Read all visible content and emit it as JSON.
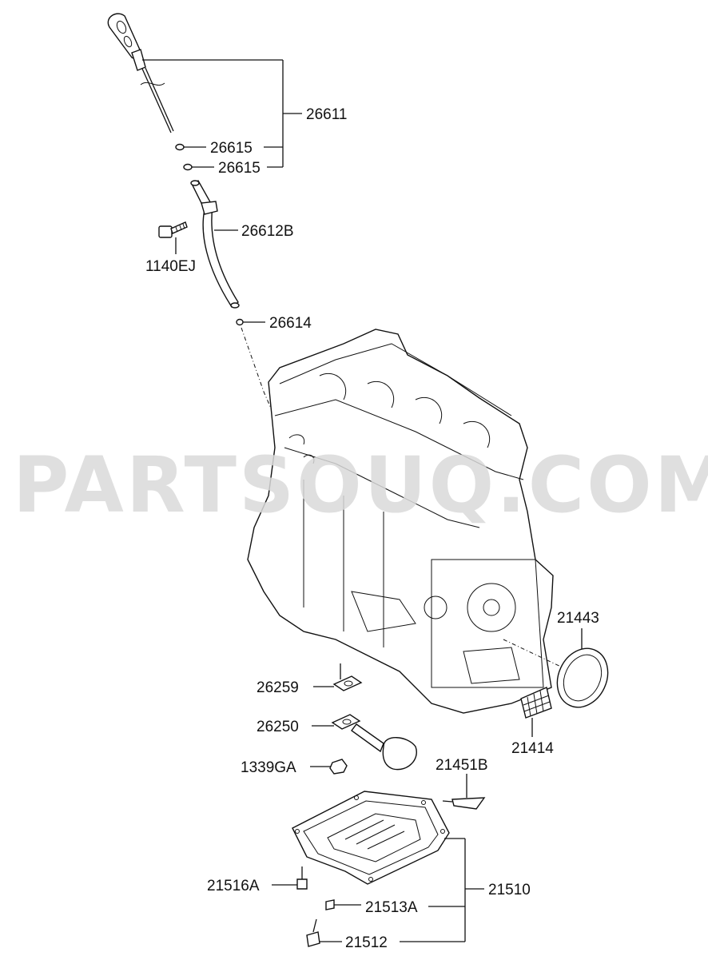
{
  "watermark": "PARTSOUQ.COM",
  "labels": {
    "p26611": "26611",
    "p26615a": "26615",
    "p26615b": "26615",
    "p26612B": "26612B",
    "p1140EJ": "1140EJ",
    "p26614": "26614",
    "p21443": "21443",
    "p26259": "26259",
    "p26250": "26250",
    "p21414": "21414",
    "p1339GA": "1339GA",
    "p21451B": "21451B",
    "p21516A": "21516A",
    "p21510": "21510",
    "p21513A": "21513A",
    "p21512": "21512"
  }
}
